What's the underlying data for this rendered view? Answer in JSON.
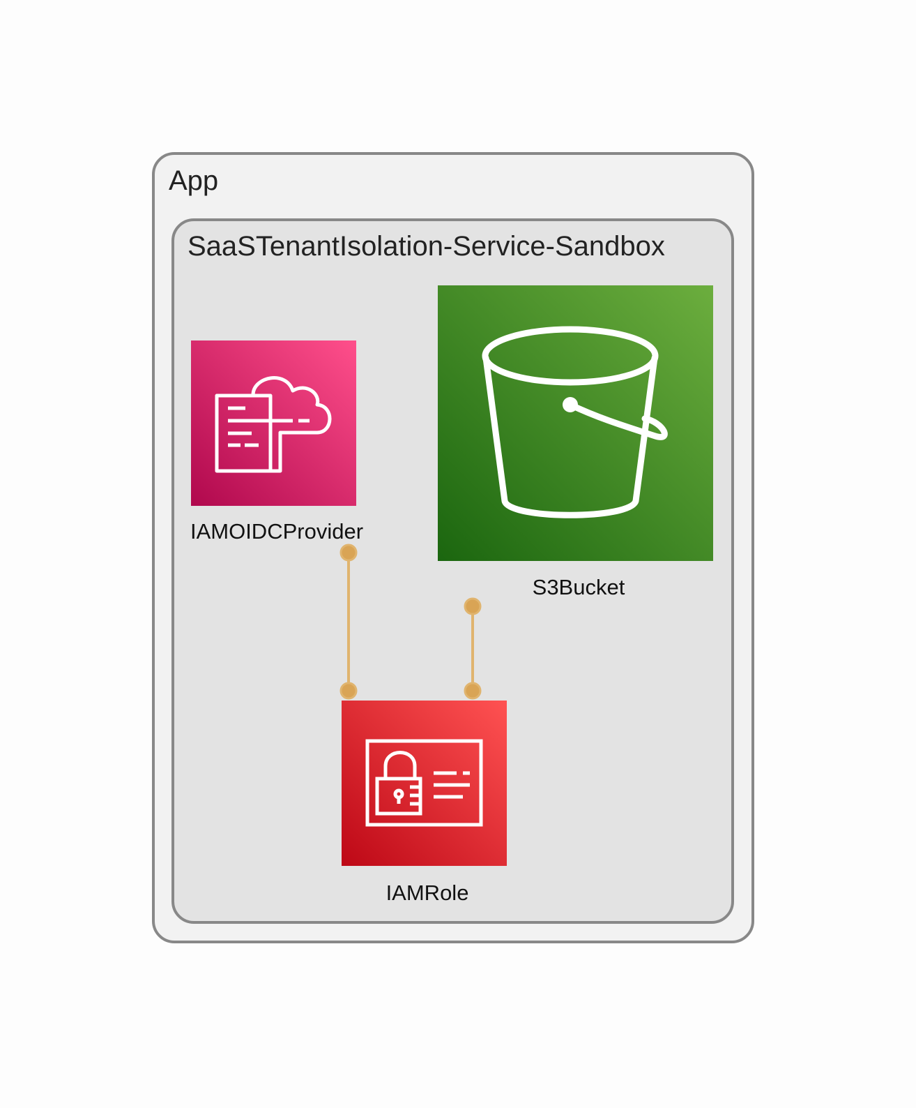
{
  "diagram": {
    "outer_group": {
      "label": "App",
      "fill": "#f2f2f2",
      "border": "#888888"
    },
    "inner_group": {
      "label": "SaaSTenantIsolation-Service-Sandbox",
      "fill": "#e3e3e3",
      "border": "#888888"
    },
    "nodes": {
      "oidc_provider": {
        "label": "IAMOIDCProvider",
        "icon": "iam-oidc-provider-icon",
        "color_from": "#b0084d",
        "color_to": "#ff4f8b"
      },
      "s3_bucket": {
        "label": "S3Bucket",
        "icon": "s3-bucket-icon",
        "color_from": "#1b660f",
        "color_to": "#6cae3e"
      },
      "iam_role": {
        "label": "IAMRole",
        "icon": "iam-role-icon",
        "color_from": "#bd0816",
        "color_to": "#ff5252"
      }
    },
    "edges": [
      {
        "from": "iam_role",
        "to": "oidc_provider"
      },
      {
        "from": "iam_role",
        "to": "s3_bucket"
      }
    ],
    "edge_color": "#e0b46e",
    "edge_endpoint_color": "#d9a455"
  }
}
